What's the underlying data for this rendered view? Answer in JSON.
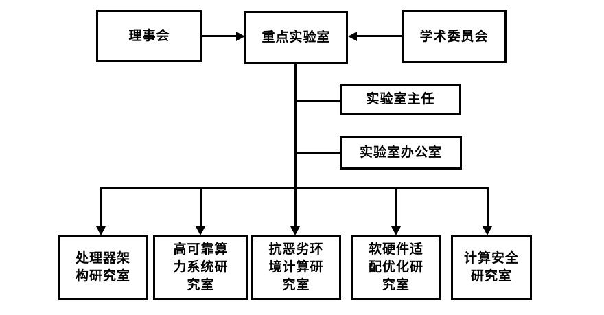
{
  "diagram": {
    "type": "org-chart",
    "nodes": {
      "board": {
        "label": "理事会"
      },
      "key_lab": {
        "label": "重点实验室"
      },
      "academic_committee": {
        "label": "学术委员会"
      },
      "lab_director": {
        "label": "实验室主任"
      },
      "lab_office": {
        "label": "实验室办公室"
      },
      "dept_processor": {
        "label": "处理器架\n构研究室"
      },
      "dept_reliable_computing": {
        "label": "高可靠算\n力系统研\n究室"
      },
      "dept_harsh_env": {
        "label": "抗恶劣环\n境计算研\n究室"
      },
      "dept_sw_hw_adapt": {
        "label": "软硬件适\n配优化研\n究室"
      },
      "dept_computing_security": {
        "label": "计算安全\n研究室"
      }
    },
    "edges": [
      {
        "from": "board",
        "to": "key_lab",
        "style": "arrow"
      },
      {
        "from": "academic_committee",
        "to": "key_lab",
        "style": "arrow"
      },
      {
        "from": "key_lab",
        "to": "lab_director",
        "style": "plain"
      },
      {
        "from": "key_lab",
        "to": "lab_office",
        "style": "plain"
      },
      {
        "from": "key_lab",
        "to": "dept_processor",
        "style": "arrow"
      },
      {
        "from": "key_lab",
        "to": "dept_reliable_computing",
        "style": "arrow"
      },
      {
        "from": "key_lab",
        "to": "dept_harsh_env",
        "style": "arrow"
      },
      {
        "from": "key_lab",
        "to": "dept_sw_hw_adapt",
        "style": "arrow"
      },
      {
        "from": "key_lab",
        "to": "dept_computing_security",
        "style": "arrow"
      }
    ],
    "colors": {
      "line": "#000000",
      "box_border": "#000000",
      "background": "#ffffff",
      "text": "#000000"
    }
  }
}
